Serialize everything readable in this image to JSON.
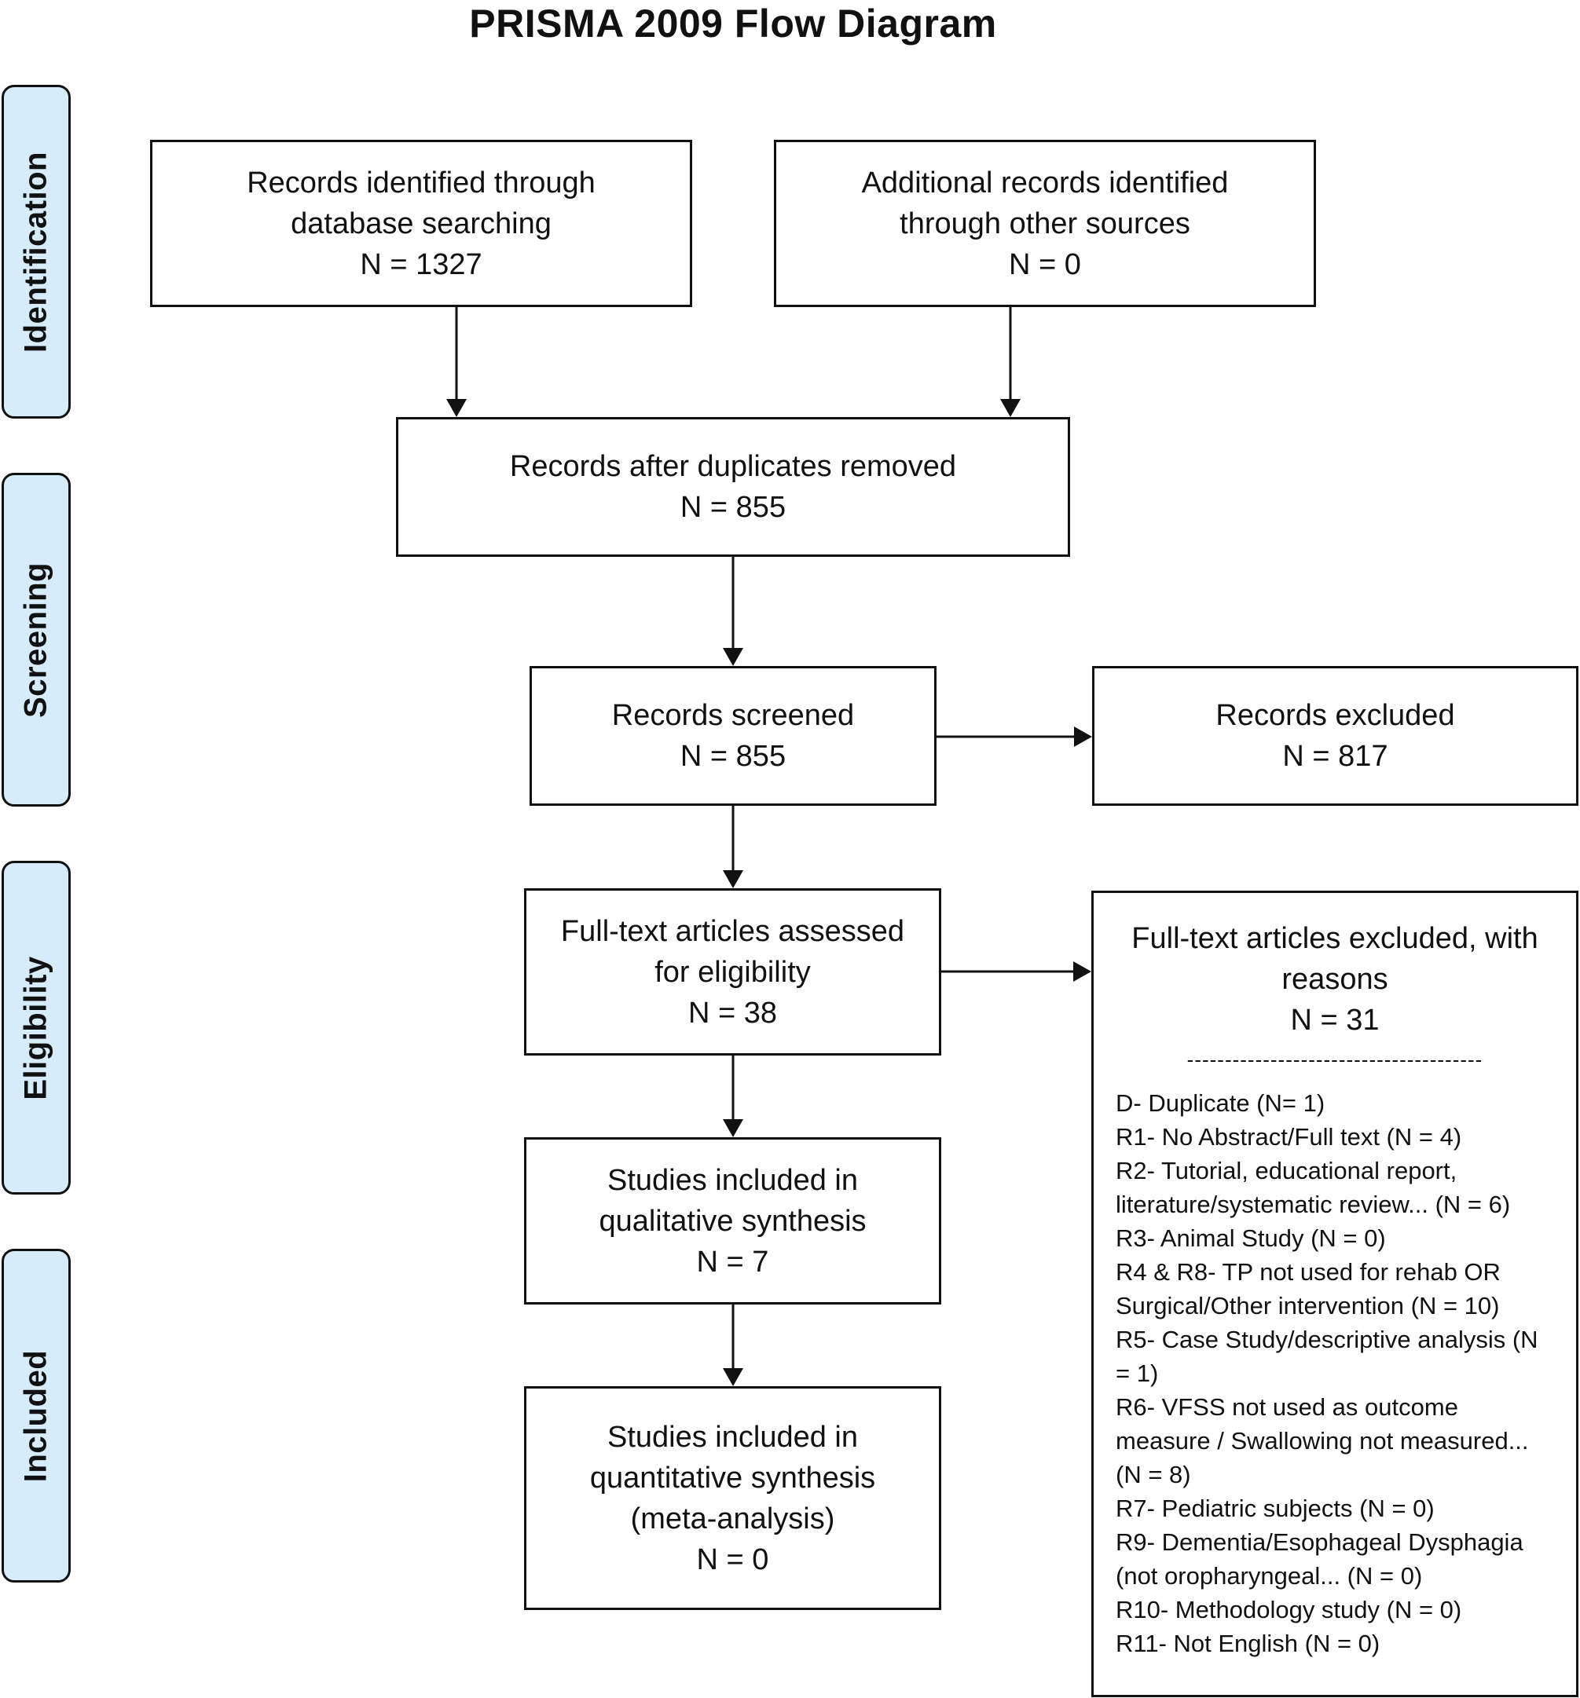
{
  "title": "PRISMA 2009 Flow Diagram",
  "phases": {
    "identification": "Identification",
    "screening": "Screening",
    "eligibility": "Eligibility",
    "included": "Included"
  },
  "boxes": {
    "database": {
      "line1": "Records identified through",
      "line2": "database searching",
      "n": "N = 1327"
    },
    "other_sources": {
      "line1": "Additional records identified",
      "line2": "through other sources",
      "n": "N = 0"
    },
    "after_duplicates": {
      "line1": "Records after duplicates removed",
      "n": "N = 855"
    },
    "screened": {
      "line1": "Records screened",
      "n": "N = 855"
    },
    "excluded": {
      "line1": "Records excluded",
      "n": "N = 817"
    },
    "full_text": {
      "line1": "Full-text articles assessed",
      "line2": "for eligibility",
      "n": "N = 38"
    },
    "qualitative": {
      "line1": "Studies included in",
      "line2": "qualitative synthesis",
      "n": "N = 7"
    },
    "quantitative": {
      "line1": "Studies included in",
      "line2": "quantitative synthesis",
      "line3": "(meta-analysis)",
      "n": "N = 0"
    }
  },
  "full_text_excluded": {
    "line1": "Full-text articles excluded, with",
    "line2": "reasons",
    "n": "N = 31",
    "separator": "---------------------------------------",
    "reasons": [
      "D- Duplicate (N= 1)",
      "R1- No Abstract/Full text (N = 4)",
      "R2- Tutorial, educational report,",
      "literature/systematic review... (N = 6)",
      "R3- Animal Study (N = 0)",
      "R4 & R8- TP not used for rehab OR",
      "Surgical/Other intervention (N = 10)",
      "R5- Case Study/descriptive analysis (N",
      "= 1)",
      "R6- VFSS not used as outcome",
      "measure / Swallowing not measured...",
      "(N = 8)",
      "R7- Pediatric subjects (N = 0)",
      "R9- Dementia/Esophageal Dysphagia",
      "(not oropharyngeal... (N = 0)",
      "R10- Methodology study (N = 0)",
      "R11- Not English (N = 0)"
    ]
  }
}
